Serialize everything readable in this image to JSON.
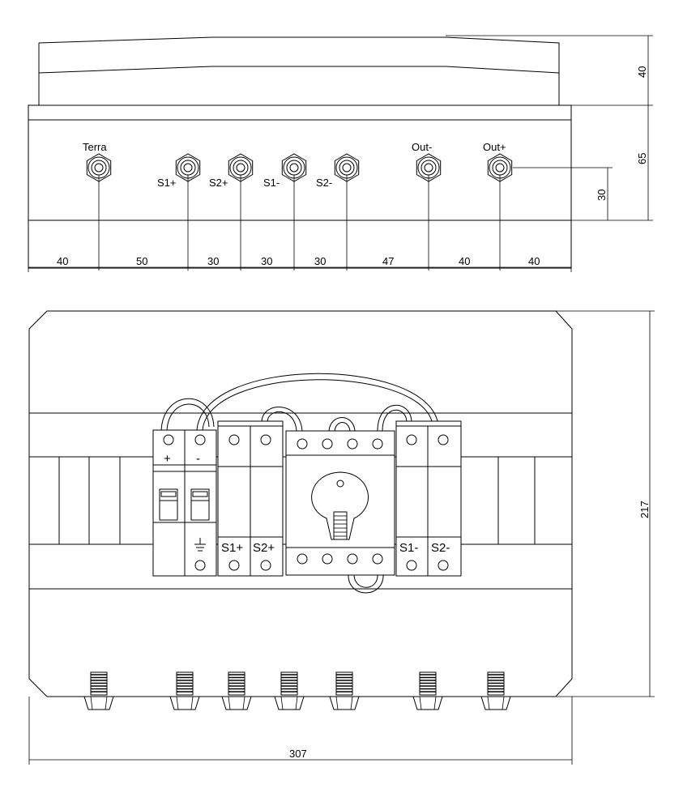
{
  "side_view": {
    "gland_labels": [
      "Terra",
      "S1+",
      "S2+",
      "S1-",
      "S2-",
      "Out-",
      "Out+"
    ],
    "dimensions_bottom": [
      "40",
      "50",
      "30",
      "30",
      "30",
      "47",
      "40",
      "40"
    ],
    "dim_cover_height": "40",
    "dim_body_height": "65",
    "dim_gland_height": "30"
  },
  "front_view": {
    "breaker_labels": [
      "+",
      "-"
    ],
    "surge_labels_left": [
      "S1+",
      "S2+"
    ],
    "surge_labels_right": [
      "S1-",
      "S2-"
    ],
    "dim_height": "217",
    "dim_width": "307"
  }
}
